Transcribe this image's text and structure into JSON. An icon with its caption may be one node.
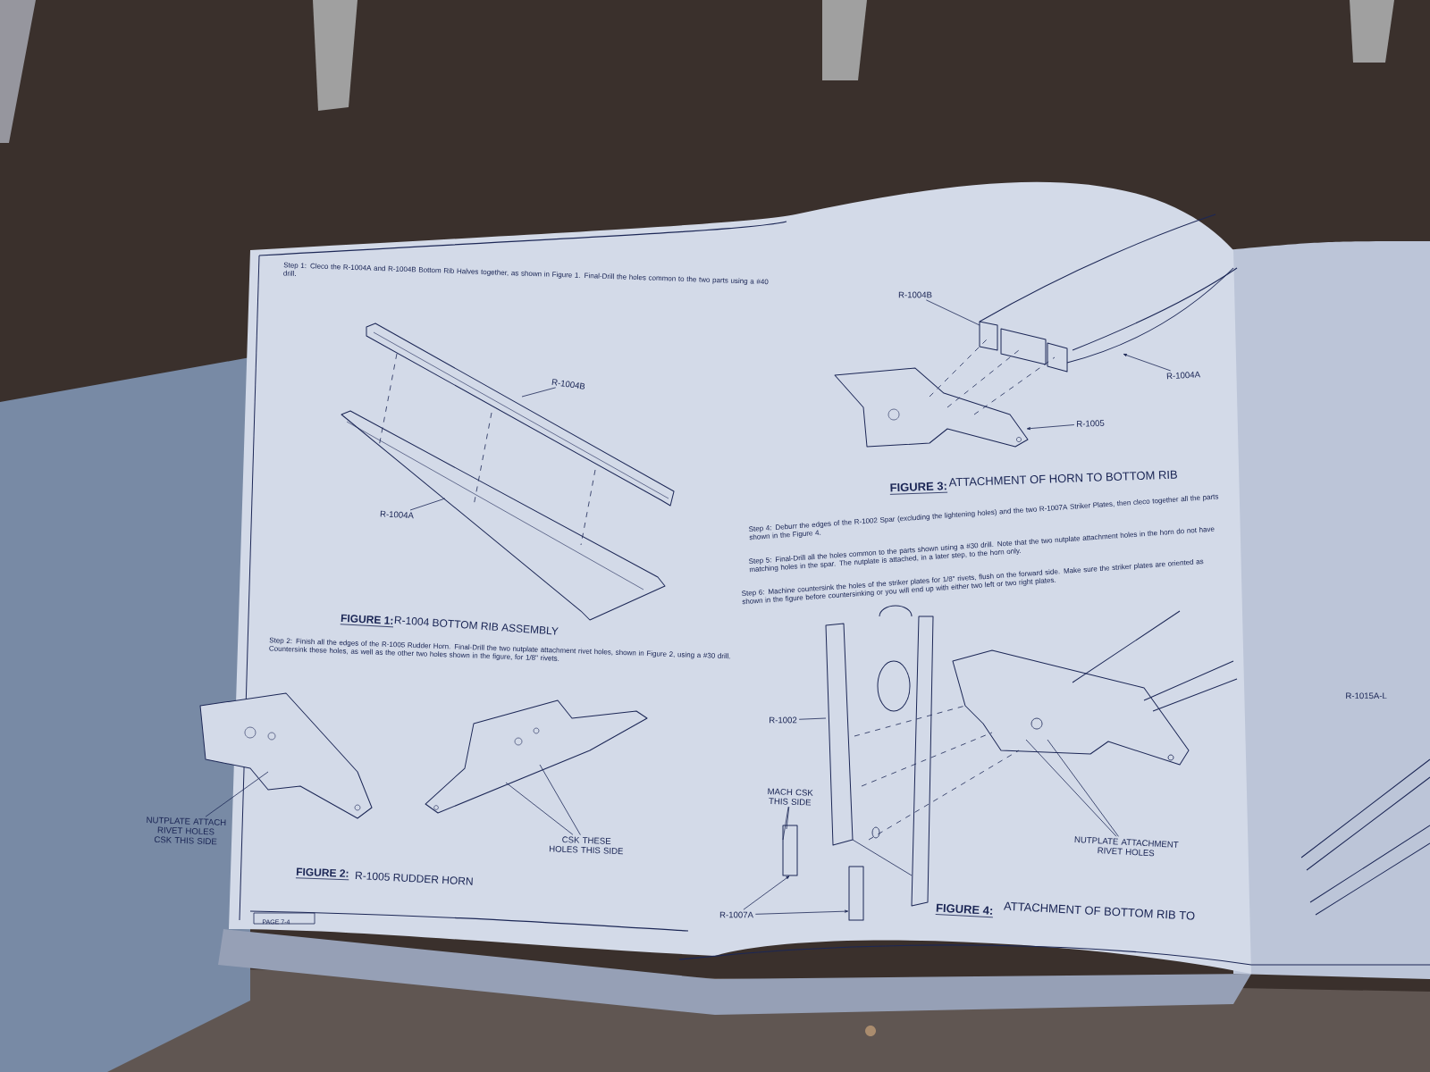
{
  "diagram": {
    "nodes": [
      {
        "text": [
          "R-1004B"
        ]
      },
      {
        "text": [
          "R-1004A"
        ]
      },
      {
        "text": [
          "NUTPLATE ATTACH RIVET HOLES CSK THIS SIDE"
        ]
      },
      {
        "text": [
          "CSK THESE HOLES THIS SIDE"
        ]
      },
      {
        "text": [
          "R-1004B"
        ]
      },
      {
        "text": [
          "R-1004A"
        ]
      },
      {
        "text": [
          "R-1005"
        ]
      },
      {
        "text": [
          "R-1002"
        ]
      },
      {
        "text": [
          "MACH CSK THIS SIDE"
        ]
      },
      {
        "text": [
          "NUTPLATE ATTACHMENT RIVET HOLES"
        ]
      },
      {
        "text": [
          "R-1007A"
        ]
      },
      {
        "text": [],
        "shape": "picture"
      },
      {
        "text": [],
        "shape": "picture"
      },
      {
        "text": [],
        "shape": "picture"
      },
      {
        "text": [],
        "shape": "picture"
      },
      {
        "text": [],
        "shape": "picture"
      },
      {
        "text": [],
        "shape": "picture"
      },
      {
        "text": [],
        "shape": "picture"
      },
      {
        "text": [],
        "shape": "picture"
      },
      {
        "text": [],
        "shape": "box"
      },
      {
        "text": [],
        "shape": "box"
      },
      {
        "text": [],
        "shape": "picture"
      }
    ],
    "edges": [
      {
        "from": 0,
        "to": 11,
        "arrow": "none"
      },
      {
        "from": 1,
        "to": 12,
        "arrow": "none"
      },
      {
        "from": 2,
        "to": 13,
        "arrow": "none"
      },
      {
        "from": 3,
        "to": 14,
        "arrow": "none"
      },
      {
        "from": 3,
        "to": 14,
        "arrow": "none"
      },
      {
        "from": 4,
        "to": 15,
        "arrow": "none"
      },
      {
        "from": 5,
        "to": 16,
        "arrow": "to"
      },
      {
        "from": 6,
        "to": 17,
        "arrow": "to"
      },
      {
        "from": 7,
        "to": 18,
        "arrow": "none"
      },
      {
        "from": 8,
        "to": 19,
        "arrow": "none"
      },
      {
        "from": 8,
        "to": 19,
        "arrow": "none"
      },
      {
        "from": 9,
        "to": 21,
        "arrow": "none"
      },
      {
        "from": 9,
        "to": 21,
        "arrow": "none"
      },
      {
        "from": 10,
        "to": 19,
        "arrow": "to"
      },
      {
        "from": 10,
        "to": 20,
        "arrow": "to"
      },
      {
        "from": 11,
        "to": 12,
        "arrow": "none",
        "style": "dashed"
      },
      {
        "from": 11,
        "to": 12,
        "arrow": "none",
        "style": "dashed"
      },
      {
        "from": 11,
        "to": 12,
        "arrow": "none",
        "style": "dashed"
      },
      {
        "from": 17,
        "to": 15,
        "arrow": "none",
        "style": "dashed"
      },
      {
        "from": 17,
        "to": 15,
        "arrow": "none",
        "style": "dashed"
      },
      {
        "from": 17,
        "to": 16,
        "arrow": "none",
        "style": "dashed"
      },
      {
        "from": 18,
        "to": 21,
        "arrow": "none",
        "style": "dashed"
      },
      {
        "from": 18,
        "to": 21,
        "arrow": "none",
        "style": "dashed"
      },
      {
        "from": 18,
        "to": 21,
        "arrow": "none",
        "style": "dashed"
      }
    ],
    "labels": [
      "Step 1: Cleco the R-1004A and R-1004B Bottom Rib Halves together, as shown in Figure 1. Final-Drill the holes common to the two parts using a #40 drill.",
      "FIGURE 1:",
      "R-1004 BOTTOM RIB ASSEMBLY",
      "Step 2: Finish all the edges of the R-1005 Rudder Horn. Final-Drill the two nutplate attachment rivet holes, shown in Figure 2, using a #30 drill. Countersink these holes, as well as the other two holes shown in the figure, for 1/8\" rivets.",
      "FIGURE 2:",
      "R-1005 RUDDER HORN",
      "FIGURE 3:",
      "ATTACHMENT OF HORN TO BOTTOM RIB",
      "Step 4: Deburr the edges of the R-1002 Spar (excluding the lightening holes) and the two R-1007A Striker Plates, then cleco together all the parts shown in the Figure 4.",
      "Step 5: Final-Drill all the holes common to the parts shown using a #30 drill. Note that the two nutplate attachment holes in the horn do not have matching holes in the spar. The nutplate is attached, in a later step, to the horn only.",
      "Step 6: Machine countersink the holes of the striker plates for 1/8\" rivets, flush on the forward side. Make sure the striker plates are oriented as shown in the figure before countersinking or you will end up with either two left or two right plates.",
      "FIGURE 4:",
      "ATTACHMENT OF BOTTOM RIB TO",
      "R-1015A-L",
      "PAGE 7-4"
    ]
  }
}
